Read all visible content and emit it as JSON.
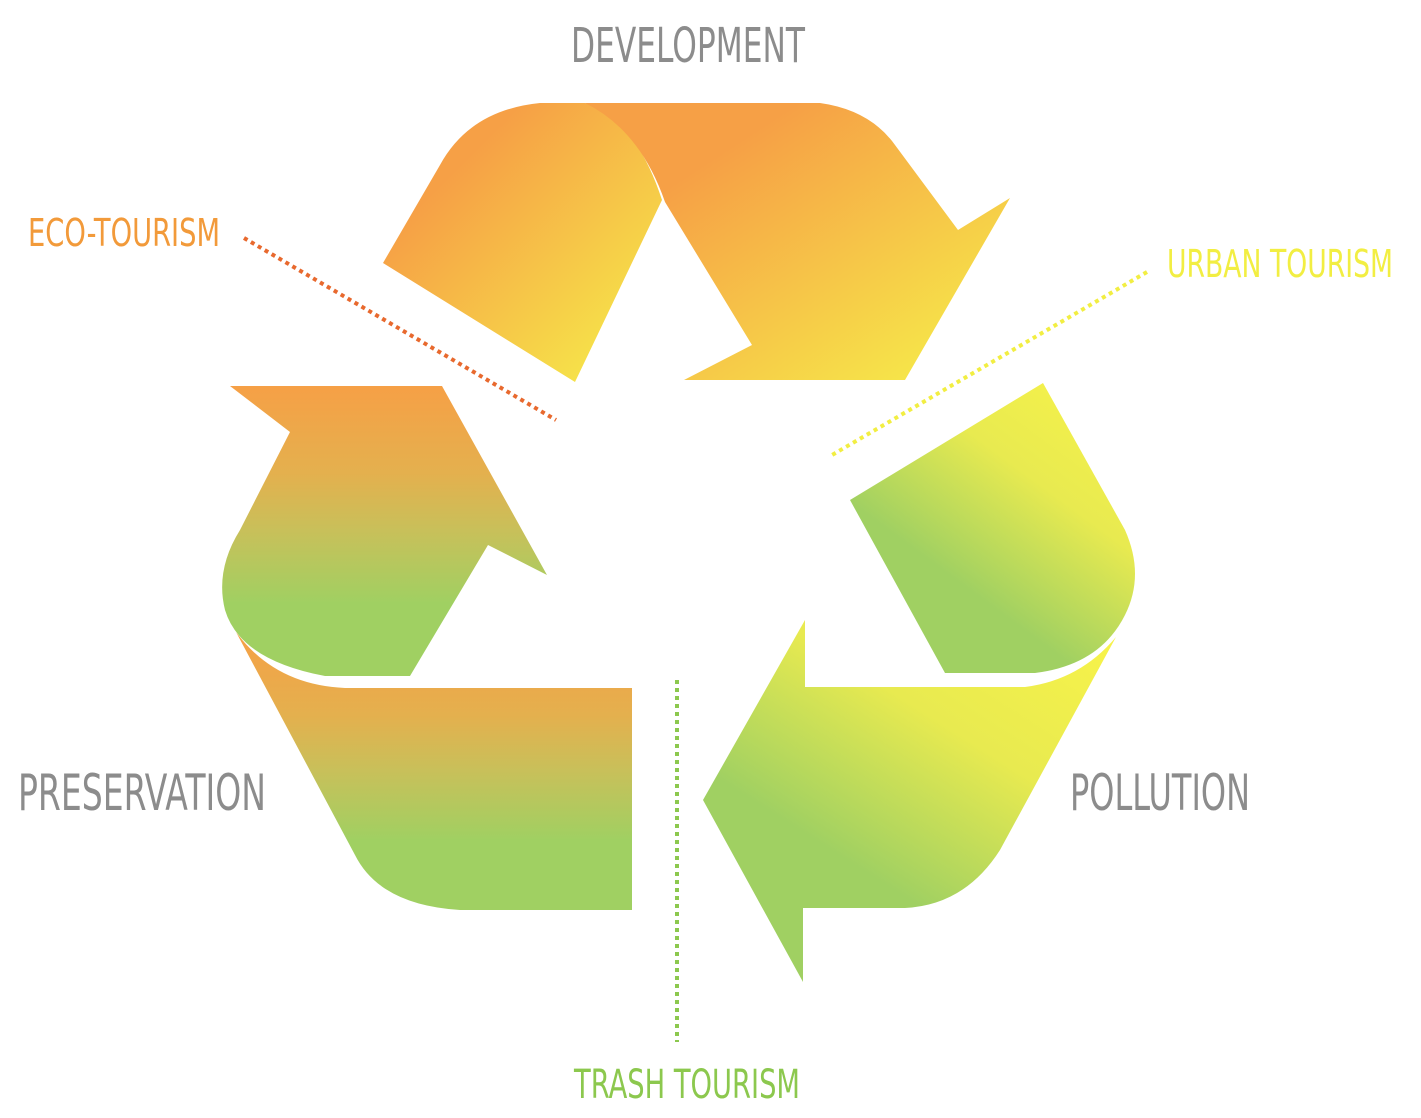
{
  "title": "DEVELOPMENT",
  "corners": {
    "left": "PRESERVATION",
    "right": "POLLUTION"
  },
  "tourism": {
    "eco": "ECO-TOURISM",
    "urban": "URBAN TOURISM",
    "trash": "TRASH TOURISM"
  },
  "colors": {
    "orange": "#F6A046",
    "yellow": "#F6F24A",
    "green": "#A0D062",
    "eco_line": "#E8692E",
    "eco_text": "#F29A3A",
    "urban": "#F2EE42",
    "trash": "#8CC84E",
    "gray_text": "#8C8C8C"
  },
  "icons": [
    "recycle-arrow-top",
    "recycle-arrow-left",
    "recycle-arrow-right"
  ]
}
